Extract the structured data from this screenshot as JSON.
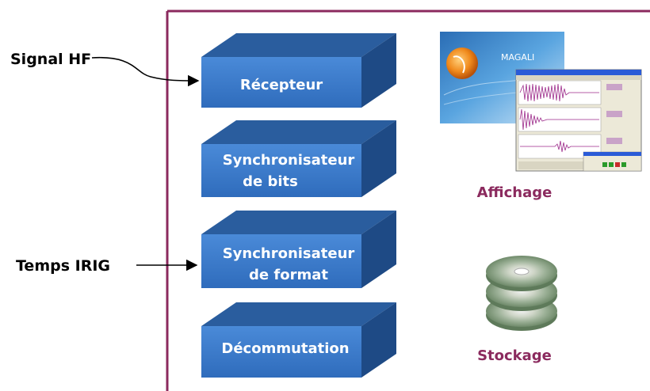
{
  "inputs": {
    "signal_hf": "Signal HF",
    "temps_irig": "Temps IRIG"
  },
  "blocks": {
    "recepteur": "Récepteur",
    "sync_bits_line1": "Synchronisateur",
    "sync_bits_line2": "de bits",
    "sync_format_line1": "Synchronisateur",
    "sync_format_line2": "de format",
    "decommutation": "Décommutation"
  },
  "outputs": {
    "affichage": "Affichage",
    "stockage": "Stockage"
  },
  "logo": {
    "text": "MAGALI"
  },
  "colors": {
    "border": "#8b2a5e",
    "block_front": "#3f7fcf",
    "block_top": "#2a5d9e",
    "block_side": "#1e4a85",
    "output_label": "#8b2a5e"
  },
  "icons": {
    "software_screenshot": "magali-software-screenshot",
    "disc_stack": "disc-stack-icon"
  }
}
